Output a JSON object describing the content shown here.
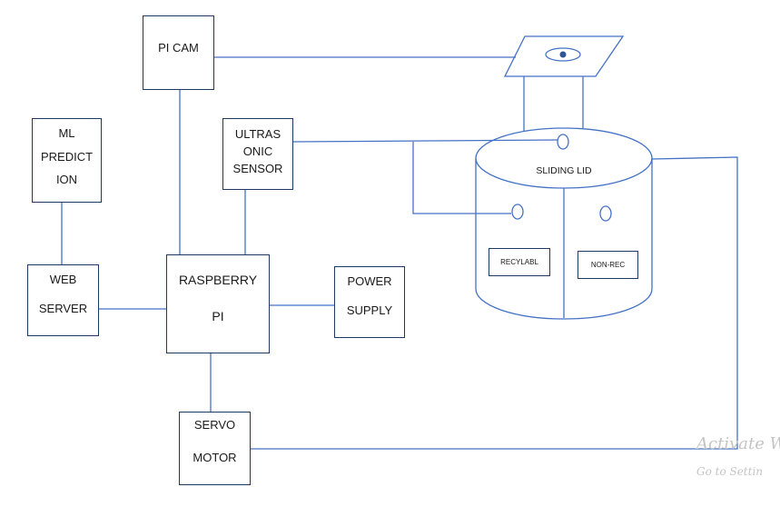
{
  "diagram": {
    "pi_cam": "PI CAM",
    "ml": [
      "ML",
      "PREDICT",
      "ION"
    ],
    "ultrasonic": [
      "ULTRAS",
      "ONIC",
      "SENSOR"
    ],
    "web_server": [
      "WEB",
      "SERVER"
    ],
    "raspberry_pi": [
      "RASPBERRY",
      "PI"
    ],
    "power_supply": [
      "POWER",
      "SUPPLY"
    ],
    "servo_motor": [
      "SERVO",
      "MOTOR"
    ],
    "bin": {
      "lid_label": "SLIDING LID",
      "recyclable": "RECYLABL",
      "non_recyclable": "NON-REC"
    }
  },
  "colors": {
    "line": "#4472c4",
    "box_border": "#1f3864",
    "camera_eye": "#2f5597",
    "watermark": "#c4c4c4"
  },
  "watermark": {
    "line1": "Activate W",
    "line2": "Go to Settin"
  }
}
